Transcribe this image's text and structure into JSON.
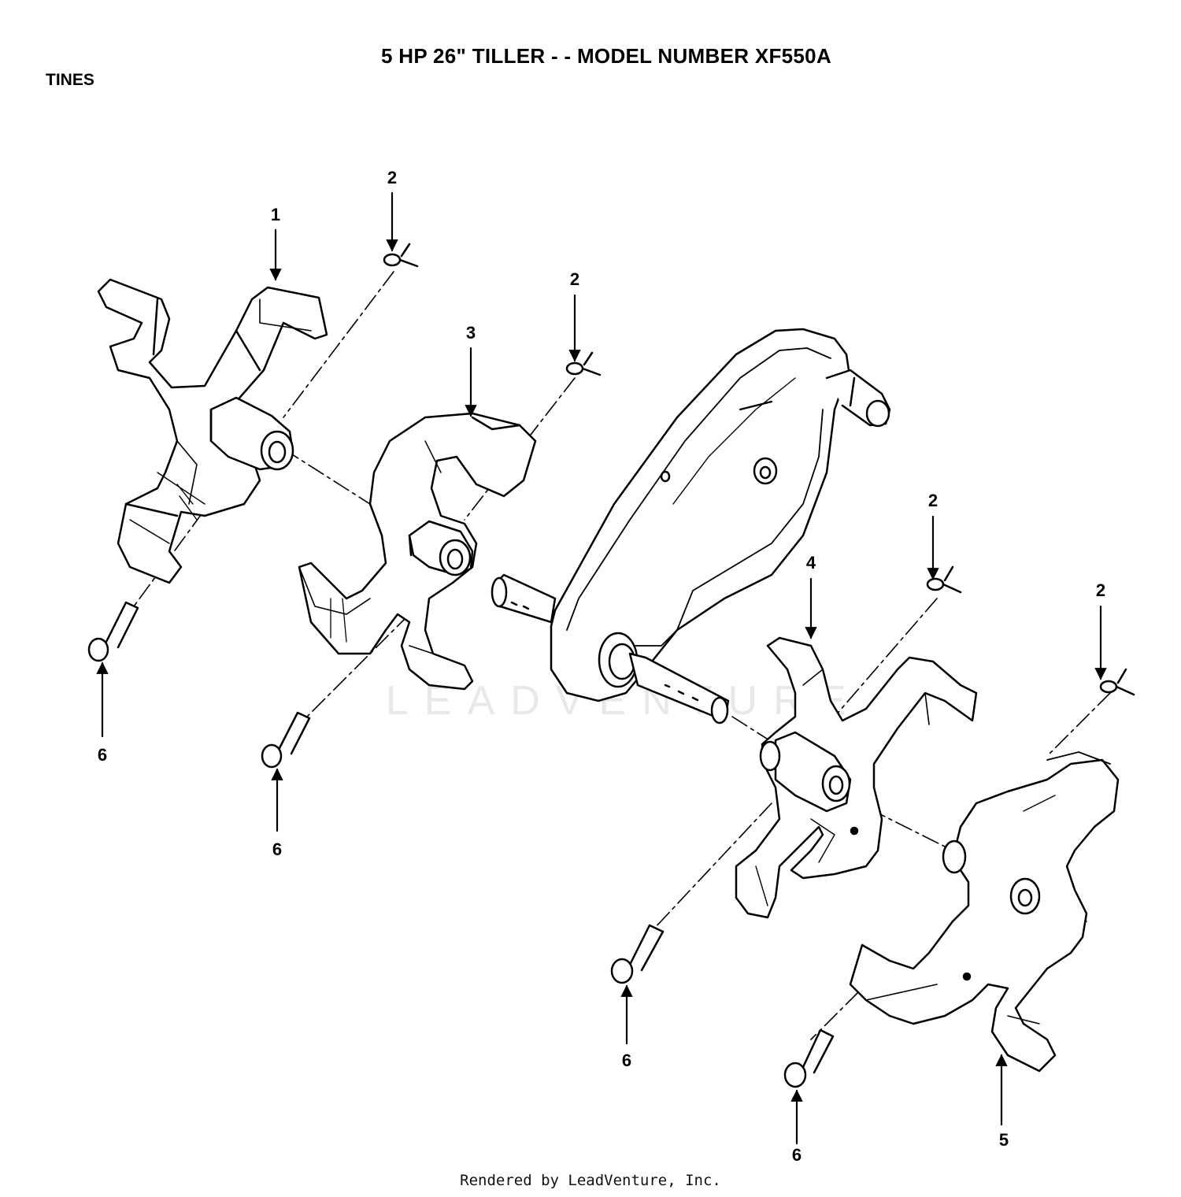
{
  "page": {
    "title": "5 HP  26\" TILLER - - MODEL NUMBER XF550A",
    "section": "TINES",
    "footer": "Rendered by LeadVenture, Inc.",
    "watermark": "LEADVENTURE"
  },
  "callouts": {
    "c1": "1",
    "c2a": "2",
    "c2b": "2",
    "c2c": "2",
    "c2d": "2",
    "c3": "3",
    "c4": "4",
    "c5": "5",
    "c6a": "6",
    "c6b": "6",
    "c6c": "6",
    "c6d": "6"
  },
  "colors": {
    "ink": "#000000",
    "watermark": "#e8e8e8"
  }
}
